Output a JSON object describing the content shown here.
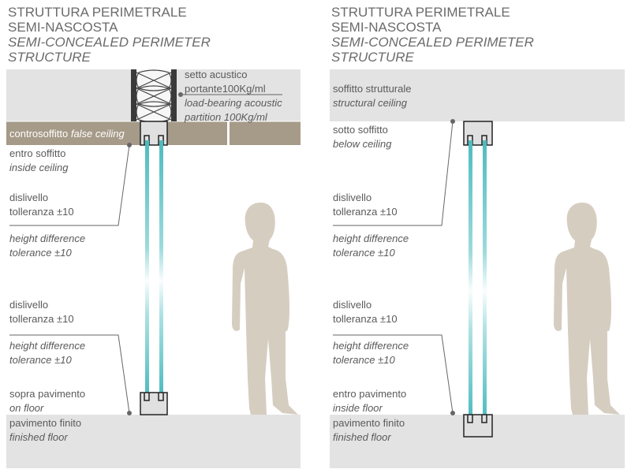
{
  "colors": {
    "ceiling": "#e3e3e3",
    "floor": "#e3e3e3",
    "false_ceiling": "#a69a88",
    "glass": "#4dbcbf",
    "profile": "#e0e0e0",
    "person": "#d6cdc1",
    "leader": "#666666"
  },
  "left": {
    "title_it_1": "STRUTTURA PERIMETRALE",
    "title_it_2": "SEMI-NASCOSTA",
    "title_en_1": "SEMI-CONCEALED PERIMETER",
    "title_en_2": "STRUCTURE",
    "partition_it_1": "setto acustico",
    "partition_it_2": "portante100Kg/ml",
    "partition_en_1": "load-bearing acoustic",
    "partition_en_2": "partition 100Kg/ml",
    "false_ceiling_it": "controsoffitto",
    "false_ceiling_en": "false ceiling",
    "top_mount_it": "entro soffitto",
    "top_mount_en": "inside ceiling",
    "top_diff_it_1": "dislivello",
    "top_diff_it_2": "tolleranza ±10",
    "top_diff_en_1": "height difference",
    "top_diff_en_2": "tolerance ±10",
    "bottom_diff_it_1": "dislivello",
    "bottom_diff_it_2": "tolleranza ±10",
    "bottom_diff_en_1": "height difference",
    "bottom_diff_en_2": "tolerance ±10",
    "bottom_mount_it": "sopra pavimento",
    "bottom_mount_en": "on floor",
    "floor_it": "pavimento finito",
    "floor_en": "finished floor"
  },
  "right": {
    "title_it_1": "STRUTTURA PERIMETRALE",
    "title_it_2": "SEMI-NASCOSTA",
    "title_en_1": "SEMI-CONCEALED PERIMETER",
    "title_en_2": "STRUCTURE",
    "ceiling_it": "soffitto strutturale",
    "ceiling_en": "structural ceiling",
    "top_mount_it": "sotto soffitto",
    "top_mount_en": "below ceiling",
    "top_diff_it_1": "dislivello",
    "top_diff_it_2": "tolleranza ±10",
    "top_diff_en_1": "height difference",
    "top_diff_en_2": "tolerance ±10",
    "bottom_diff_it_1": "dislivello",
    "bottom_diff_it_2": "tolleranza ±10",
    "bottom_diff_en_1": "height difference",
    "bottom_diff_en_2": "tolerance ±10",
    "bottom_mount_it": "entro pavimento",
    "bottom_mount_en": "inside floor",
    "floor_it": "pavimento finito",
    "floor_en": "finished floor"
  }
}
